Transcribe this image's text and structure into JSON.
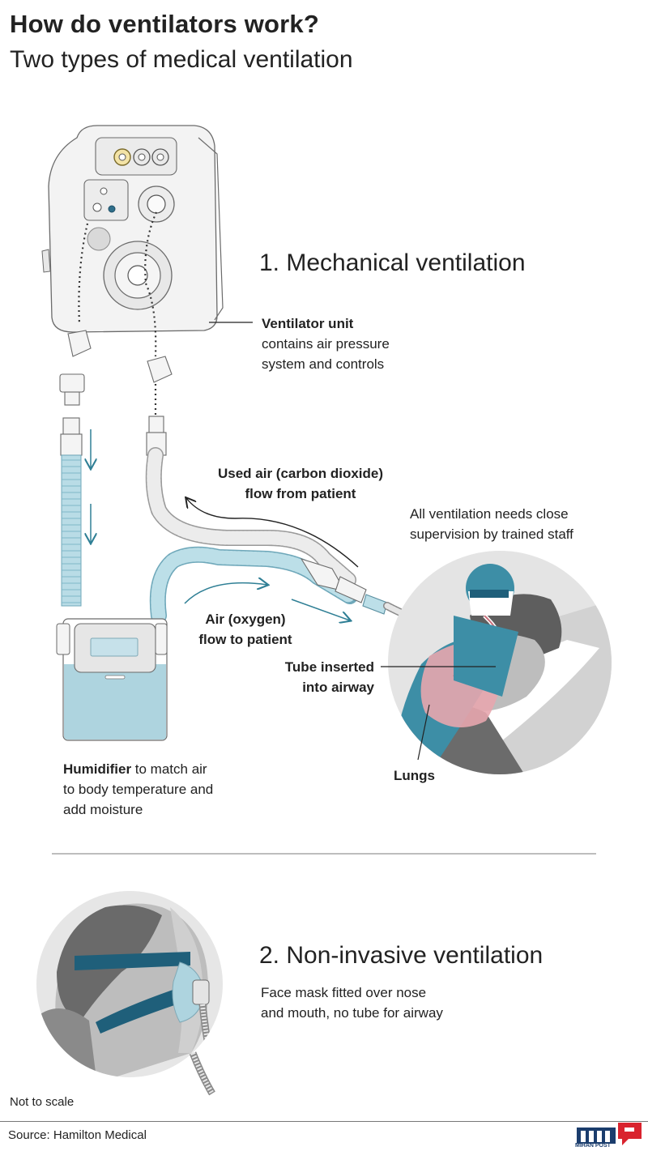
{
  "header": {
    "title": "How do ventilators work?",
    "subtitle": "Two types of medical ventilation"
  },
  "section1": {
    "title": "1. Mechanical ventilation",
    "ventilator_label": "Ventilator unit",
    "ventilator_desc_1": "contains air pressure",
    "ventilator_desc_2": "system and controls",
    "used_air_1": "Used air (carbon dioxide)",
    "used_air_2": "flow from patient",
    "supervision_1": "All ventilation needs close",
    "supervision_2": "supervision by trained staff",
    "air_1": "Air (oxygen)",
    "air_2": "flow to patient",
    "tube_1": "Tube inserted",
    "tube_2": "into airway",
    "humidifier_label": "Humidifier",
    "humidifier_desc_1": " to match air",
    "humidifier_desc_2": "to body temperature and",
    "humidifier_desc_3": "add moisture",
    "lungs": "Lungs"
  },
  "section2": {
    "title": "2. Non-invasive ventilation",
    "desc_1": "Face mask fitted over nose",
    "desc_2": "and mouth, no tube for airway"
  },
  "footer": {
    "note": "Not to scale",
    "source": "Source: Hamilton Medical",
    "logo_text": "MIHAN POST"
  },
  "colors": {
    "teal": "#5aa6bd",
    "light_blue": "#a9d3df",
    "dark_teal": "#2f7f95",
    "navy": "#1f5f7a",
    "lung_pink": "#e7a6ae",
    "device_gray": "#f1f1f1",
    "logo_red": "#d9232e",
    "logo_navy": "#1b3d6d"
  }
}
